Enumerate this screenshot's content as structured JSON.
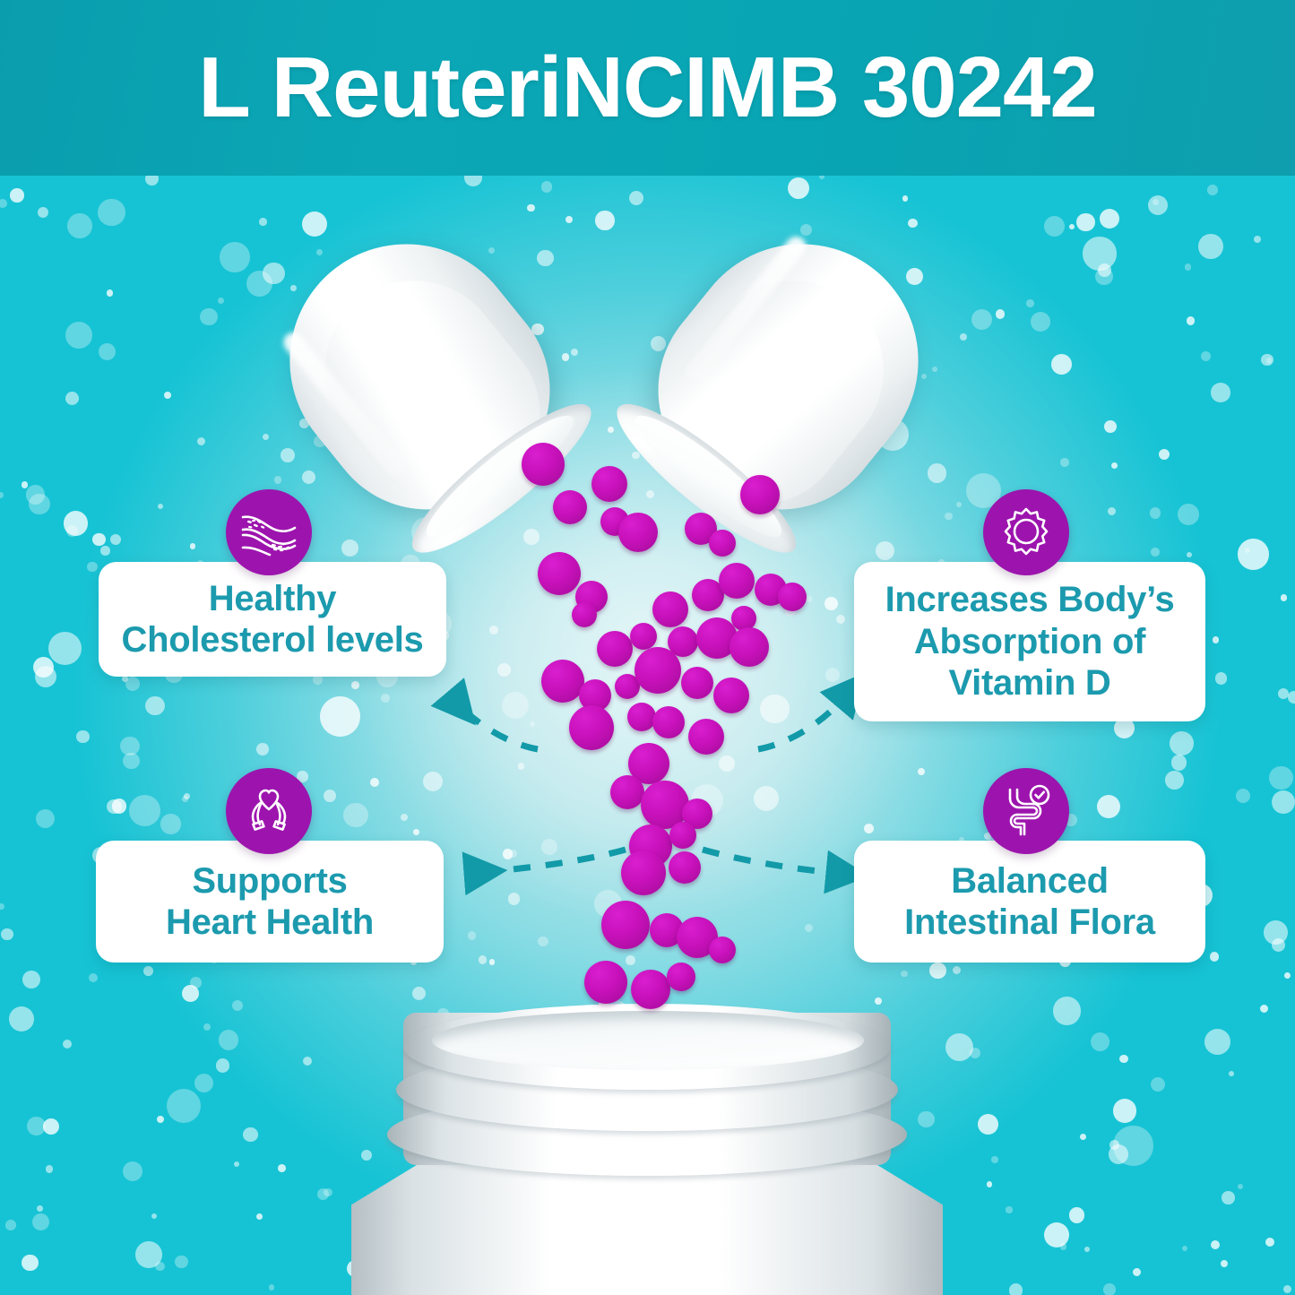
{
  "header": {
    "title": "L ReuteriNCIMB 30242",
    "background_color": "#0A9DAE",
    "text_color": "#FFFFFF"
  },
  "theme": {
    "background_color": "#0FC2D3",
    "center_glow_color": "#C5EBEE",
    "card_background": "#FFFFFF",
    "card_text_color": "#1C9AAE",
    "icon_badge_color": "#9C14AD",
    "particle_color": "#C911BC",
    "arrow_color": "#129AA8"
  },
  "benefits": [
    {
      "id": "cholesterol",
      "icon": "artery-plaque-icon",
      "label": "Healthy\nCholesterol levels",
      "side": "left"
    },
    {
      "id": "heart",
      "icon": "heart-in-hands-icon",
      "label": "Supports\nHeart Health",
      "side": "left"
    },
    {
      "id": "vitamind",
      "icon": "sun-icon",
      "label": "Increases Body’s\nAbsorption of\nVitamin D",
      "side": "right"
    },
    {
      "id": "flora",
      "icon": "intestine-check-icon",
      "label": "Balanced\nIntestinal Flora",
      "side": "right"
    }
  ],
  "illustration": {
    "capsule_left": "open-capsule-half-left",
    "capsule_right": "open-capsule-half-right",
    "bottle": "supplement-bottle-neck",
    "particles": "probiotic-granules"
  }
}
